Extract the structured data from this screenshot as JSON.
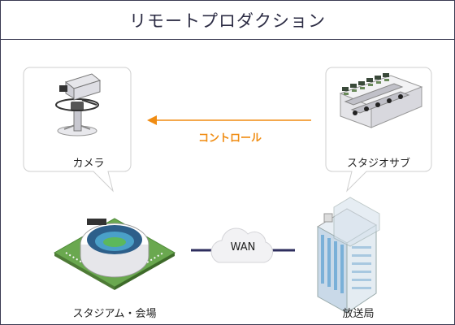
{
  "title": "リモートプロダクション",
  "nodes": {
    "camera": {
      "label": "カメラ"
    },
    "studio_sub": {
      "label": "スタジオサブ"
    },
    "stadium": {
      "label": "スタジアム・会場"
    },
    "broadcast_station": {
      "label": "放送局"
    }
  },
  "edges": {
    "control": {
      "label": "コントロール",
      "from": "studio_sub",
      "to": "camera"
    },
    "wan": {
      "label": "WAN",
      "from": "stadium",
      "to": "broadcast_station"
    }
  },
  "colors": {
    "frame": "#3a3a52",
    "control_arrow": "#f08c12",
    "wan_line": "#2e2e5e"
  },
  "icons": {
    "camera": "tv-camera-icon",
    "studio_sub": "control-room-icon",
    "stadium": "stadium-icon",
    "broadcast_station": "office-building-icon",
    "wan": "cloud-icon"
  }
}
